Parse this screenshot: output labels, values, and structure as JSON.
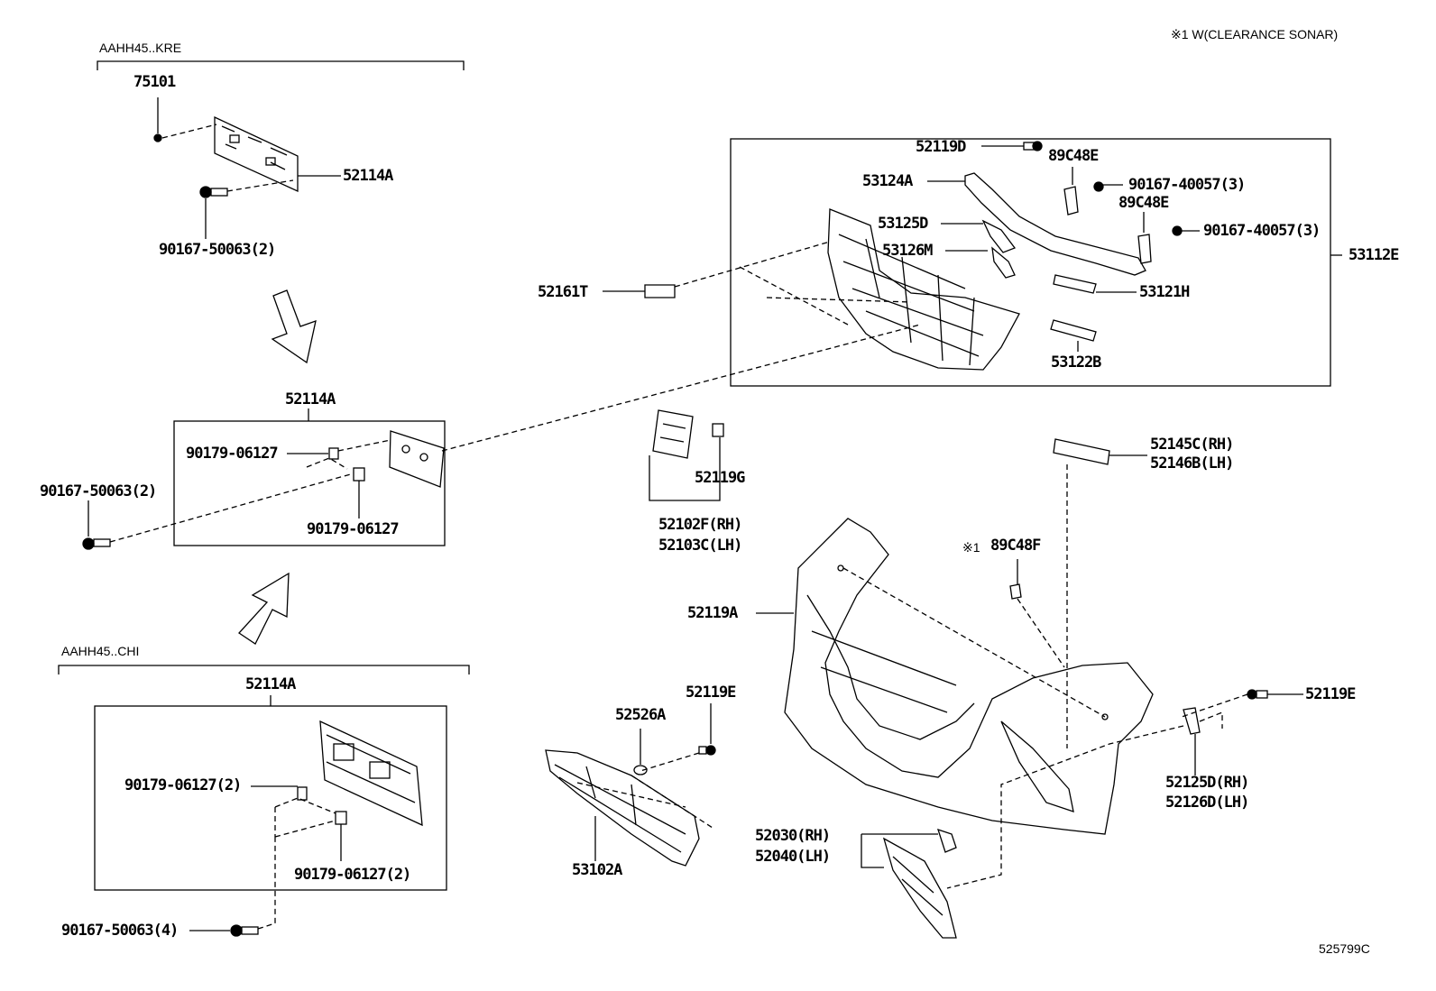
{
  "note": "※1 W(CLEARANCE SONAR)",
  "diagram_id": "525799C",
  "variants": {
    "kre": "AAHH45..KRE",
    "chi": "AAHH45..CHI"
  },
  "labels": {
    "p75101": "75101",
    "p52114a_top": "52114A",
    "p90167_50063_2_top": "90167-50063(2)",
    "p52114a_mid": "52114A",
    "p90179_06127_a": "90179-06127",
    "p90179_06127_b": "90179-06127",
    "p90167_50063_2_mid": "90167-50063(2)",
    "p52114a_bot": "52114A",
    "p90179_06127_2_a": "90179-06127(2)",
    "p90179_06127_2_b": "90179-06127(2)",
    "p90167_50063_4": "90167-50063(4)",
    "p52119d": "52119D",
    "p89c48e_a": "89C48E",
    "p53124a": "53124A",
    "p90167_40057_a": "90167-40057(3)",
    "p89c48e_b": "89C48E",
    "p53125d": "53125D",
    "p90167_40057_b": "90167-40057(3)",
    "p53126m": "53126M",
    "p53112e": "53112E",
    "p52161t": "52161T",
    "p53121h": "53121H",
    "p53122b": "53122B",
    "p52119g": "52119G",
    "p52102f": "52102F(RH)",
    "p52103c": "52103C(LH)",
    "p52145c": "52145C(RH)",
    "p52146b": "52146B(LH)",
    "p89c48f_mark": "※1",
    "p89c48f": "89C48F",
    "p52119a": "52119A",
    "p52119e_a": "52119E",
    "p52526a": "52526A",
    "p52119e_b": "52119E",
    "p52125d": "52125D(RH)",
    "p52126d": "52126D(LH)",
    "p52030": "52030(RH)",
    "p52040": "52040(LH)",
    "p53102a": "53102A"
  }
}
